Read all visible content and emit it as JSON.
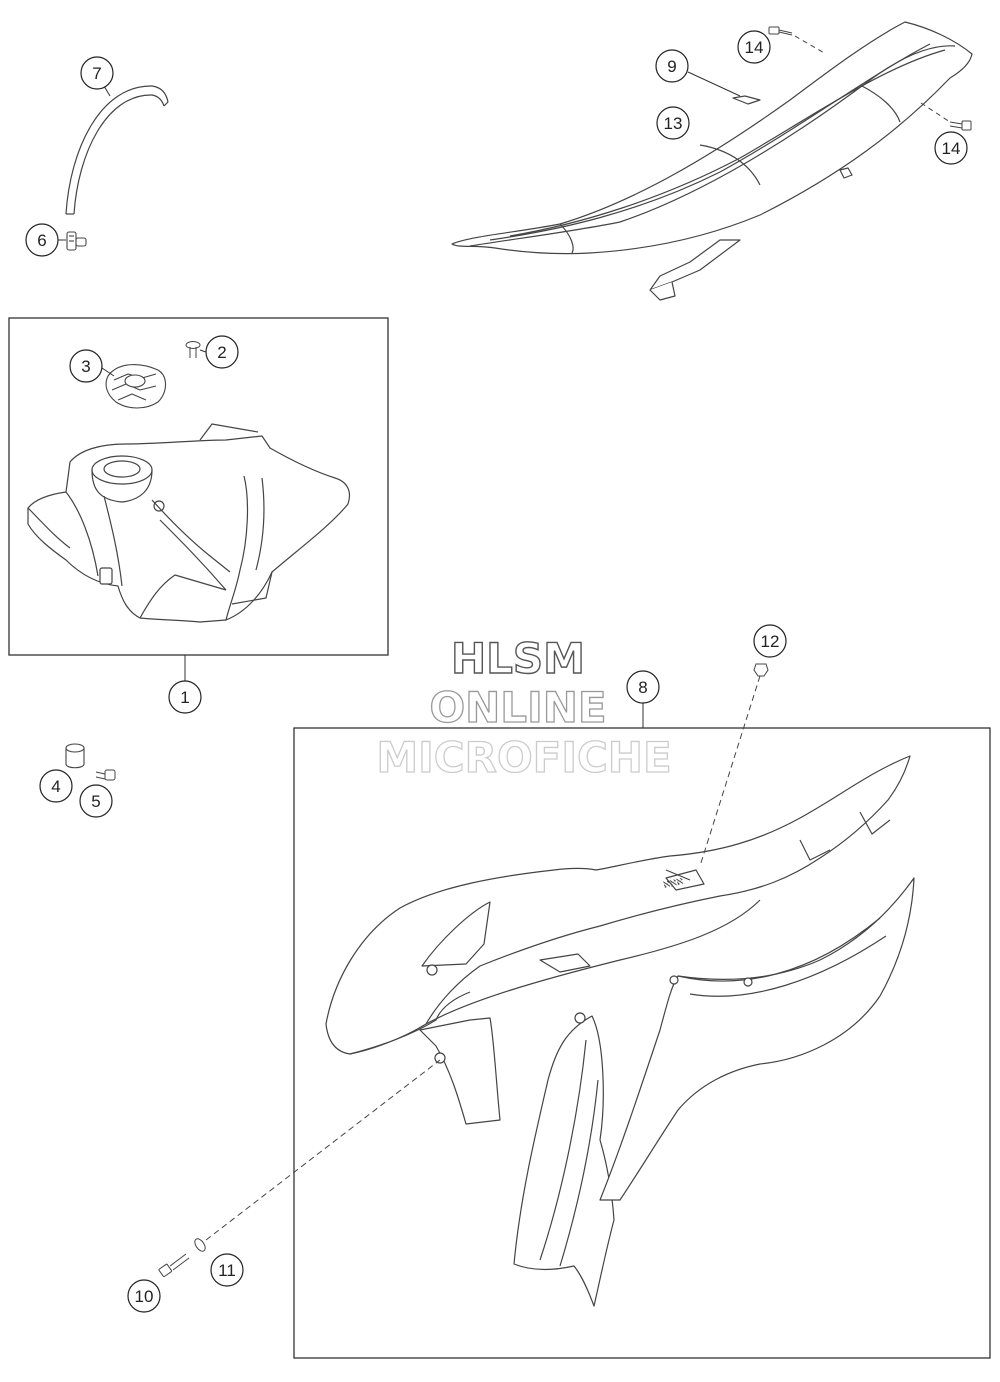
{
  "watermark": {
    "line1": "HLSM",
    "line2": "ONLINE",
    "line3": "MICROFICHE"
  },
  "callouts": [
    "1",
    "2",
    "3",
    "4",
    "5",
    "6",
    "7",
    "8",
    "9",
    "10",
    "11",
    "12",
    "13",
    "14",
    "14"
  ]
}
